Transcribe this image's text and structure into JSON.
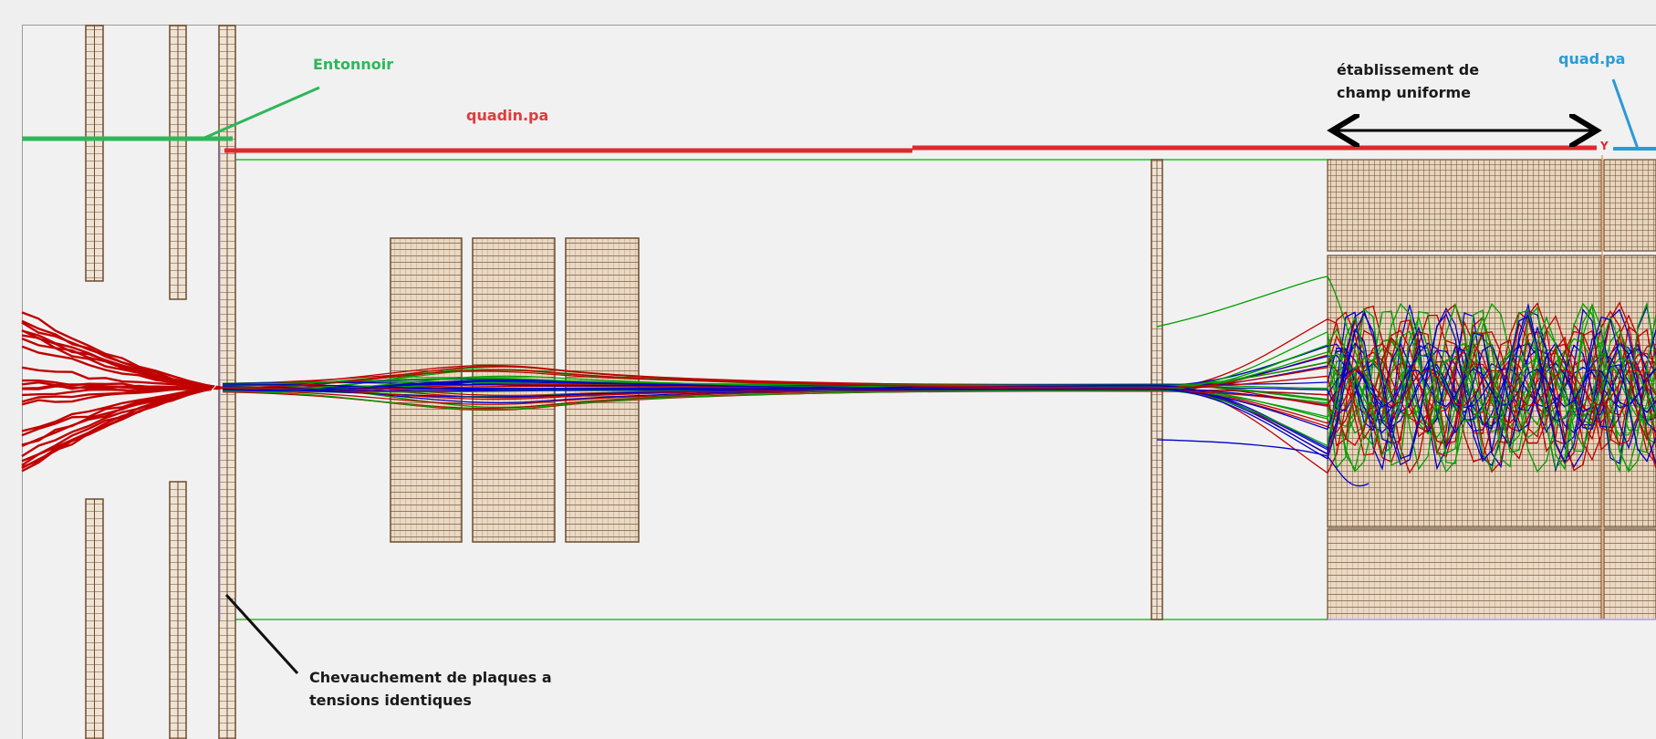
{
  "labels": {
    "entonnoir": "Entonnoir",
    "quadin": "quadin.pa",
    "quad": "quad.pa",
    "etablissement_line1": "établissement de",
    "etablissement_line2": "champ uniforme",
    "chevauchement_line1": "Chevauchement de plaques a",
    "chevauchement_line2": "tensions identiques",
    "marker_2": "2",
    "marker_y": "Y"
  },
  "colors": {
    "background": "#f1f1f1",
    "electrode_fill": "#e9d8c4",
    "electrode_grid": "#6b4a2e",
    "funnel_green": "#2fb65a",
    "quadin_red": "#e0282f",
    "quad_blue": "#2b9ad6",
    "trajectory_red": "#c00000",
    "trajectory_green": "#00a000",
    "trajectory_blue": "#0000c8",
    "boundary_green": "#22c022",
    "arrow_black": "#000000"
  },
  "icons": {
    "double_arrow": "double-headed-arrow",
    "pointer_line": "leader-line"
  }
}
